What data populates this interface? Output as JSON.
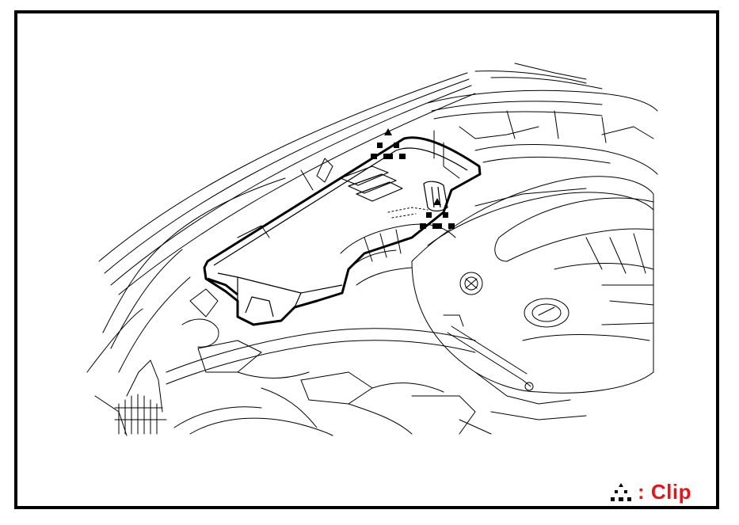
{
  "figure": {
    "legend": {
      "symbol_icon": "dotted-triangle-clip-icon",
      "label": ": Clip",
      "label_color": "#e8141c"
    },
    "callouts": [
      {
        "icon": "dotted-triangle-clip-icon",
        "meaning": "Clip"
      },
      {
        "icon": "dotted-triangle-clip-icon",
        "meaning": "Clip"
      }
    ],
    "line_color": "#000000",
    "background": "#ffffff"
  }
}
